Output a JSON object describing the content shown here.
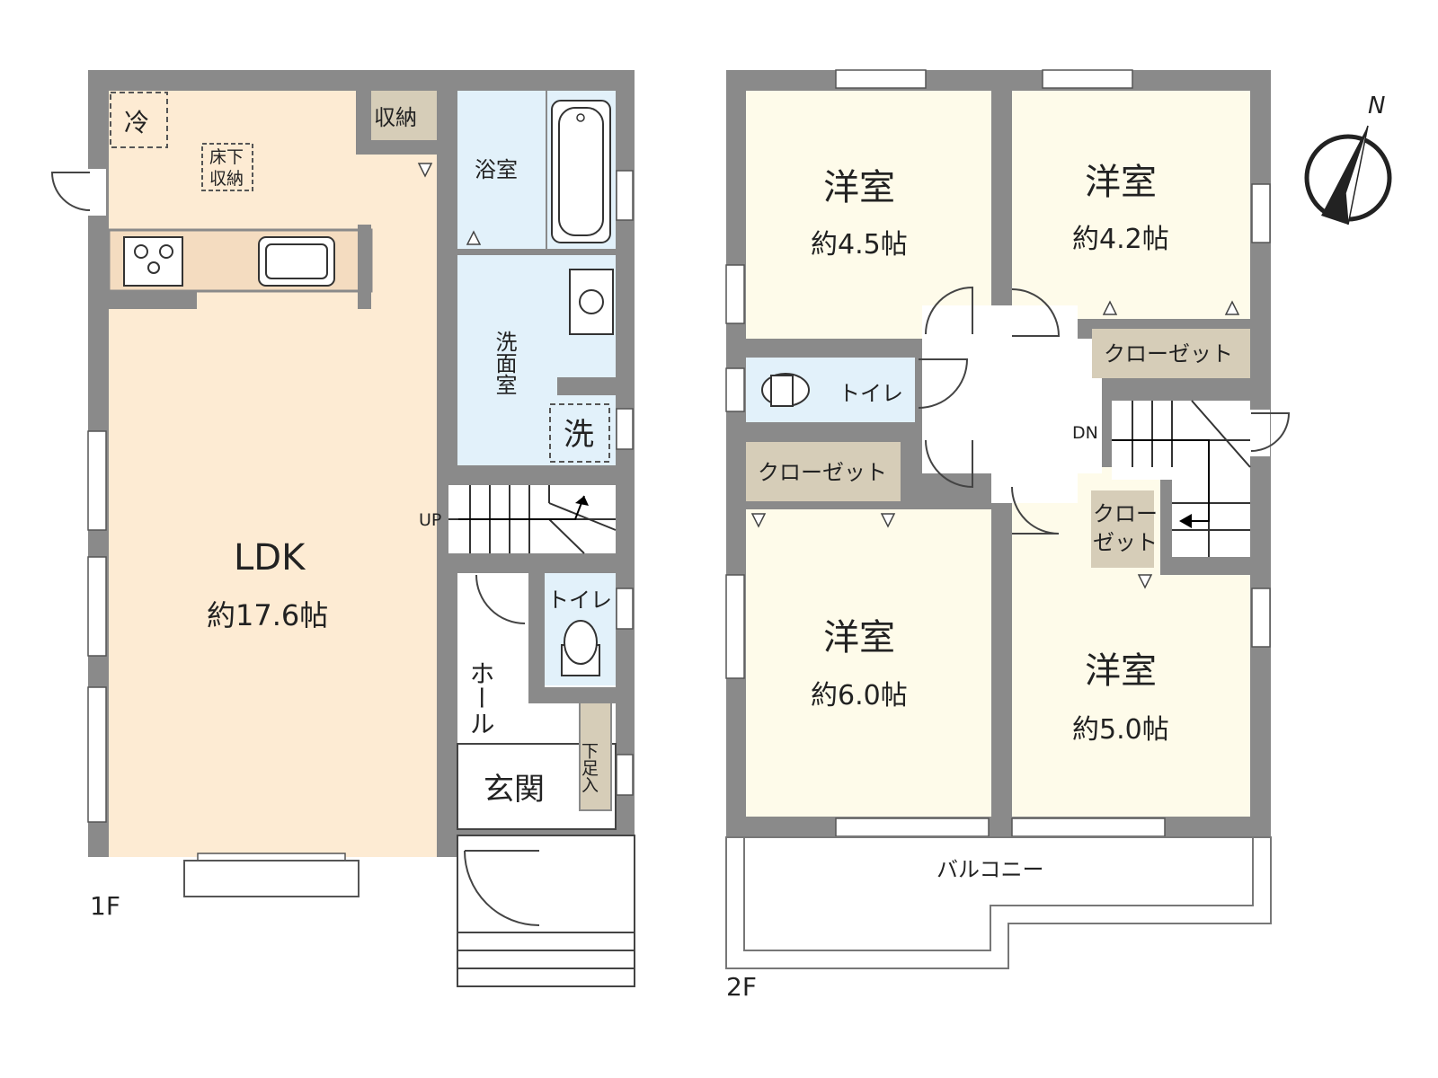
{
  "floor1": {
    "label": "1F",
    "ldk_name": "LDK",
    "ldk_size": "約17.6帖",
    "fridge": "冷",
    "underfloor_storage": [
      "床下",
      "収納"
    ],
    "storage": "収納",
    "bathroom": "浴室",
    "washroom": "洗面室",
    "washer": "洗",
    "up": "UP",
    "toilet": "トイレ",
    "hall": "ホール",
    "entrance": "玄関",
    "shoe_storage": "下足入"
  },
  "floor2": {
    "label": "2F",
    "room_nw_name": "洋室",
    "room_nw_size": "約4.5帖",
    "room_ne_name": "洋室",
    "room_ne_size": "約4.2帖",
    "room_sw_name": "洋室",
    "room_sw_size": "約6.0帖",
    "room_se_name": "洋室",
    "room_se_size": "約5.0帖",
    "closet_ne": "クローゼット",
    "closet_w": "クローゼット",
    "closet_c_line1": "クロー",
    "closet_c_line2": "ゼット",
    "toilet": "トイレ",
    "dn": "DN",
    "balcony": "バルコニー"
  },
  "compass": {
    "north": "N"
  },
  "colors": {
    "wall": "#8a8a8a",
    "wood_floor": "#fdebd3",
    "wet_area": "#e2f1fa",
    "western_room": "#fefbea",
    "storage": "#d6cdb8"
  }
}
